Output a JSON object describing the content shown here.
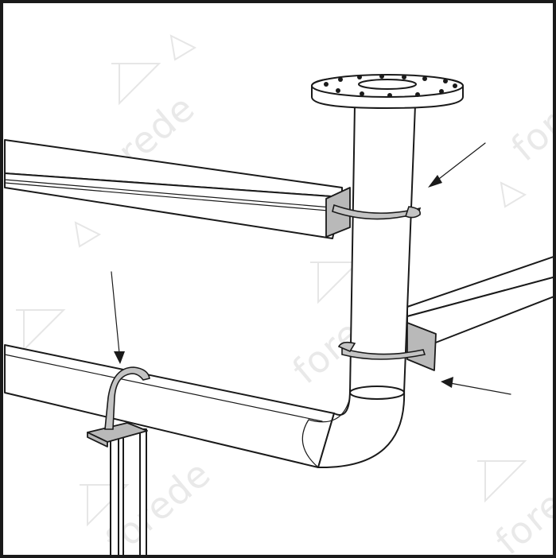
{
  "illustration": {
    "watermark_text": "forede",
    "colors": {
      "line": "#1a1a1a",
      "support_shade": "#b9b9b9",
      "watermark": "#e9e9e9",
      "border": "#1a1a1a"
    },
    "callout_arrows": 3,
    "clamps": 3
  }
}
